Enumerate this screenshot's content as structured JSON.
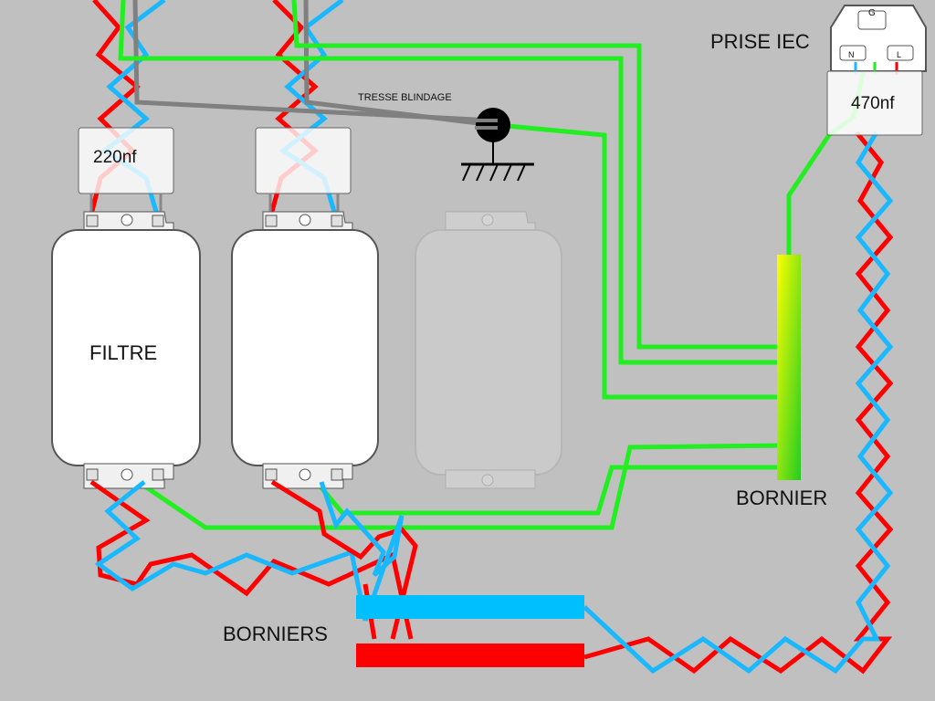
{
  "labels": {
    "prise_iec": "PRISE IEC",
    "tresse": "TRESSE BLINDAGE",
    "cap1": "220nf",
    "cap_iec": "470nf",
    "filtre": "FILTRE",
    "bornier": "BORNIER",
    "borniers": "BORNIERS",
    "plug_g": "G",
    "plug_n": "N",
    "plug_l": "L"
  },
  "colors": {
    "background": "#c0c0c0",
    "phase": "#ff0000",
    "neutral": "#1ab8ff",
    "earth": "#22ee22",
    "shield": "#808080",
    "ground_symbol": "#000000",
    "bornier_gradient_top": "#ffff00",
    "bornier_gradient_bottom": "#22cc22"
  },
  "icons": {
    "ground": "ground-symbol-icon",
    "iec_socket": "iec-socket-icon"
  }
}
